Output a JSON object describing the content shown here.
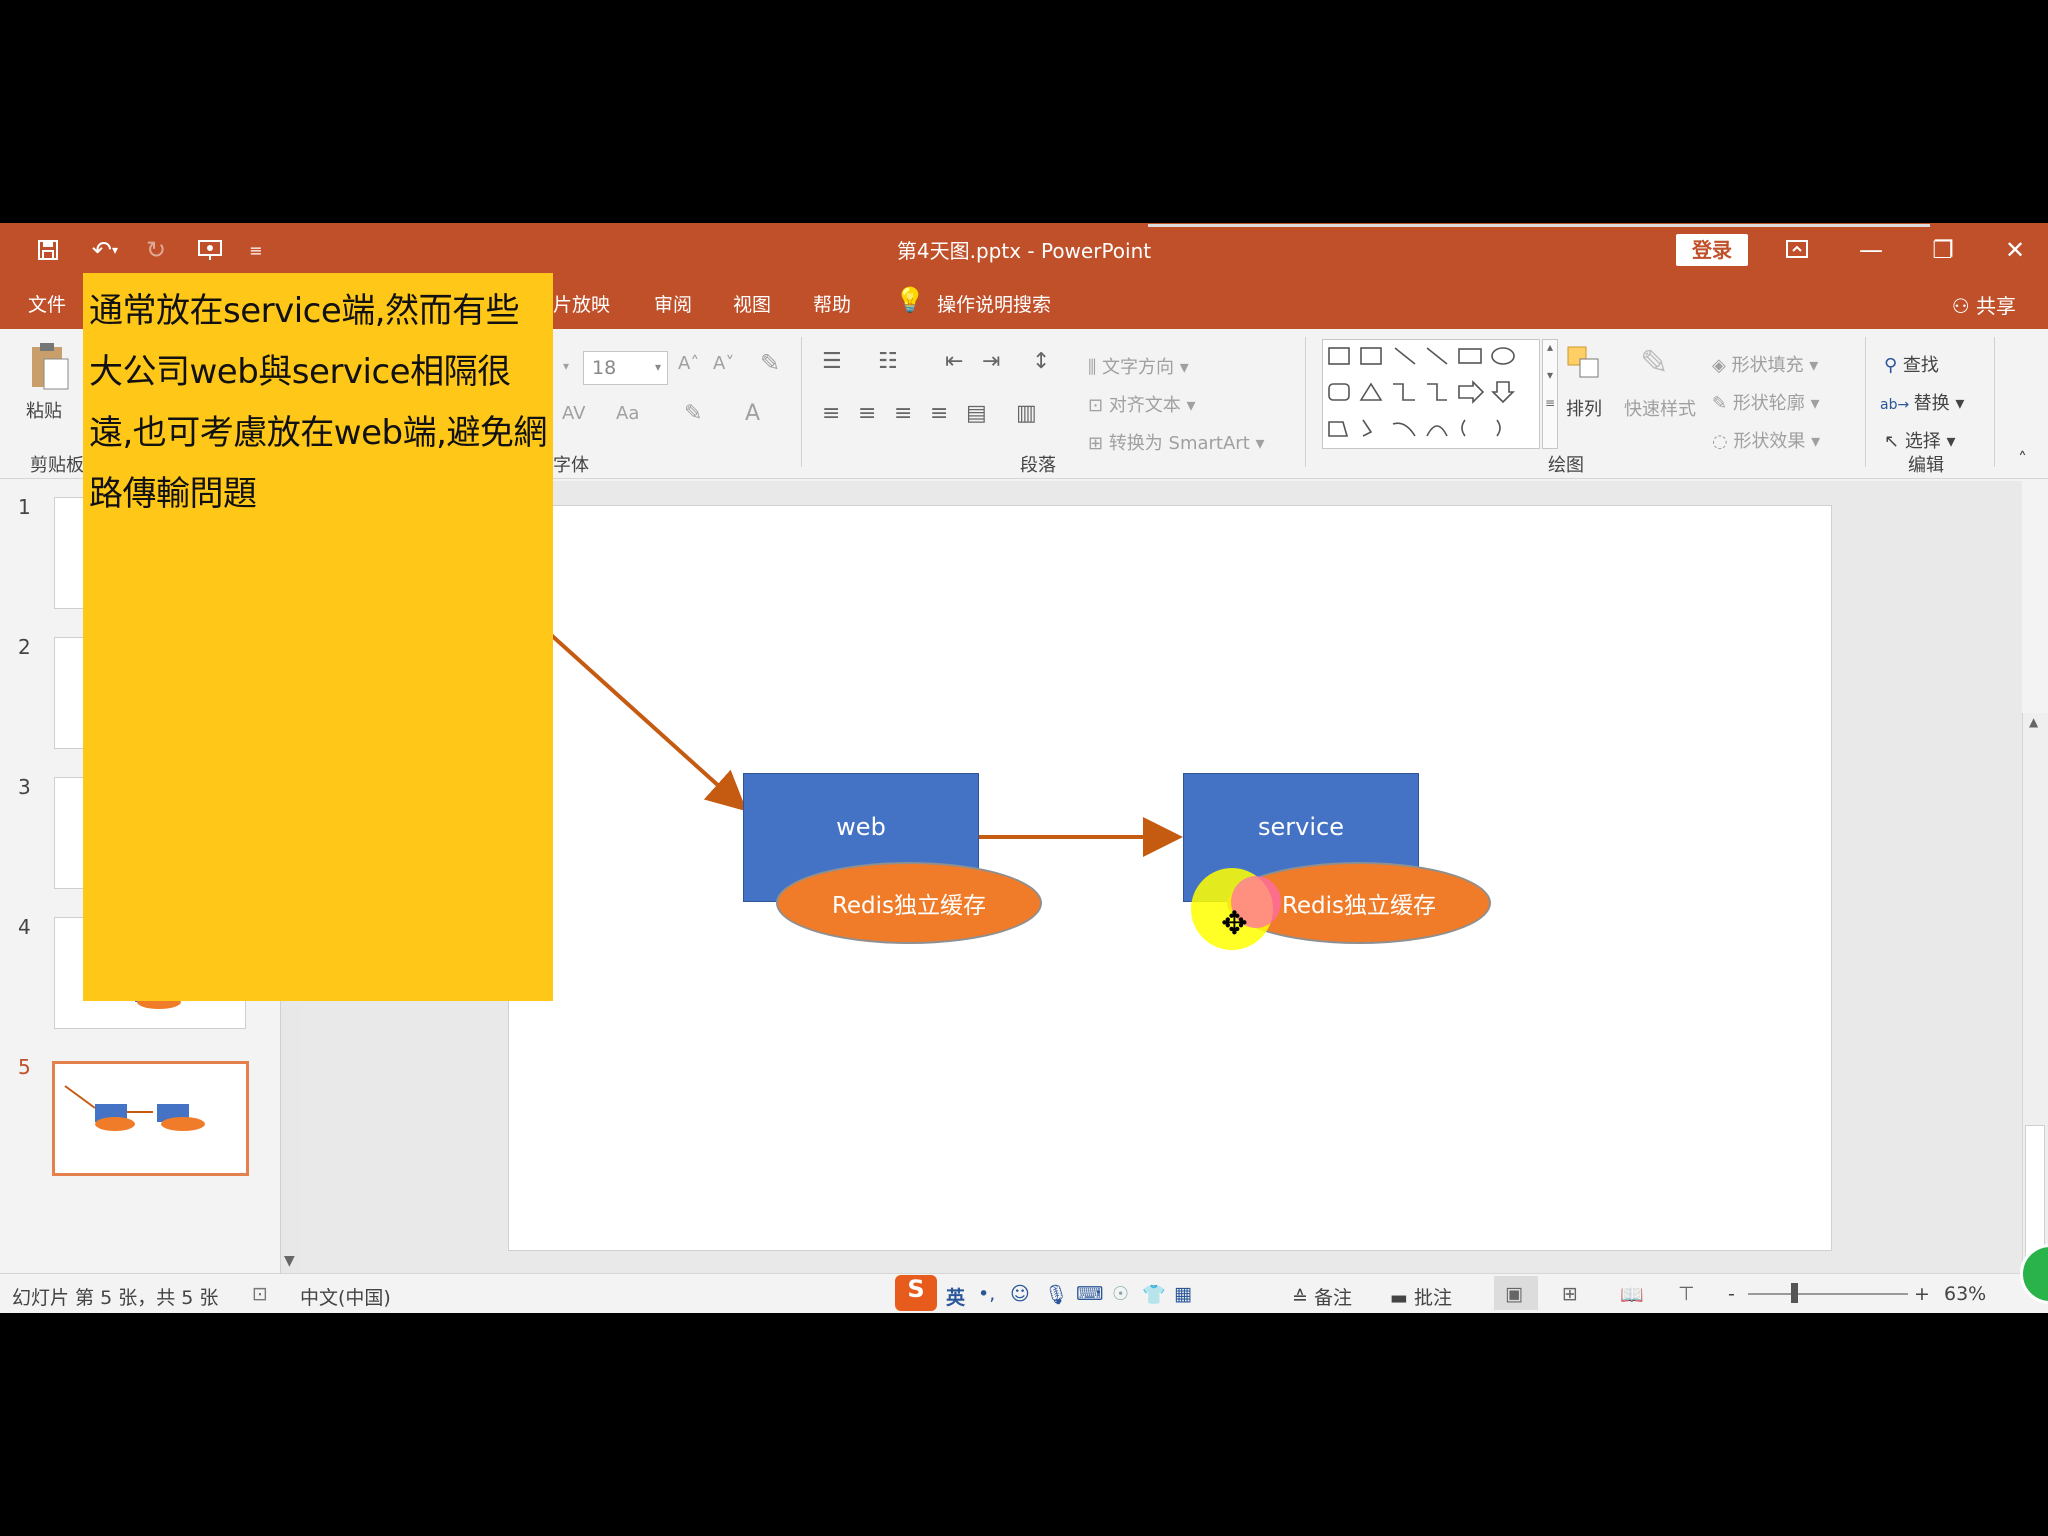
{
  "titlebar": {
    "title": "第4天图.pptx  -  PowerPoint",
    "signin": "登录",
    "icons": [
      "save-icon",
      "undo-icon",
      "redo-icon",
      "present-icon",
      "customize-icon"
    ]
  },
  "tabs": {
    "file": "文件",
    "slideshow": "片放映",
    "review": "审阅",
    "view": "视图",
    "help": "帮助",
    "tell_me": "操作说明搜索",
    "share": "共享"
  },
  "ribbon": {
    "clipboard": {
      "paste": "粘贴",
      "label": "剪贴板"
    },
    "font": {
      "size": "18",
      "label": "字体",
      "grow": "A˄",
      "shrink": "A˅",
      "char_spacing": "AV",
      "case": "Aa",
      "color": "A"
    },
    "paragraph": {
      "text_direction": "文字方向",
      "align_text": "对齐文本",
      "convert_smartart": "转换为 SmartArt",
      "label": "段落"
    },
    "drawing": {
      "arrange": "排列",
      "quick_styles": "快速样式",
      "shape_fill": "形状填充",
      "shape_outline": "形状轮廓",
      "shape_effects": "形状效果",
      "label": "绘图"
    },
    "editing": {
      "find": "查找",
      "replace": "替换",
      "select": "选择",
      "label": "编辑"
    }
  },
  "thumbnails": [
    "1",
    "2",
    "3",
    "4",
    "5"
  ],
  "active_slide": "5",
  "slide": {
    "web_label": "web",
    "service_label": "service",
    "cache_label_1": "Redis独立缓存",
    "cache_label_2": "Redis独立缓存"
  },
  "note": {
    "text": "通常放在service端,然而有些大公司web與service相隔很遠,也可考慮放在web端,避免網路傳輸問題"
  },
  "statusbar": {
    "slide_info": "幻灯片 第 5 张，共 5 张",
    "language": "中文(中国)",
    "ime": "英",
    "notes": "备注",
    "comments": "批注",
    "zoom": "63%",
    "zoom_minus": "-",
    "zoom_plus": "+"
  },
  "colors": {
    "accent": "#c0502a",
    "box": "#4472c4",
    "ellipse": "#f07c2a",
    "note": "#ffc718"
  }
}
